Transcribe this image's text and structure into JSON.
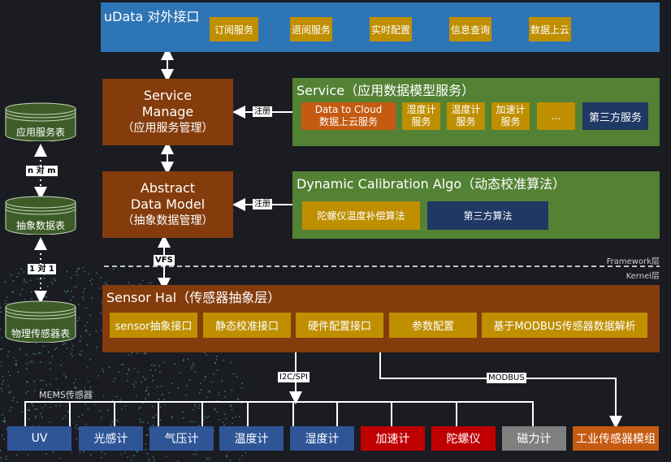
{
  "udata": {
    "title": "uData 对外接口",
    "buttons": [
      "订阅服务",
      "退阅服务",
      "实时配置",
      "信息查询",
      "数据上云"
    ]
  },
  "service_manage": {
    "line1": "Service",
    "line2": "Manage",
    "line3": "（应用服务管理）"
  },
  "abstract_data_model": {
    "line1": "Abstract",
    "line2": "Data Model",
    "line3": "（抽象数据管理）"
  },
  "service_panel": {
    "title": "Service（应用数据模型服务）",
    "cloud": {
      "line1": "Data to Cloud",
      "line2": "数据上云服务"
    },
    "items": [
      {
        "line1": "湿度计",
        "line2": "服务"
      },
      {
        "line1": "温度计",
        "line2": "服务"
      },
      {
        "line1": "加速计",
        "line2": "服务"
      }
    ],
    "ellipsis": "...",
    "third_party": "第三方服务"
  },
  "algo_panel": {
    "title": "Dynamic Calibration Algo（动态校准算法）",
    "gyro_algo": "陀螺仪温度补偿算法",
    "third_party": "第三方算法"
  },
  "register_label": "注册",
  "vfs_label": "VFS",
  "layers": {
    "framework": "Framework层",
    "kernel": "Kernel层"
  },
  "sensor_hal": {
    "title": "Sensor Hal（传感器抽象层）",
    "items": [
      "sensor抽象接口",
      "静态校准接口",
      "硬件配置接口",
      "参数配置",
      "基于MODBUS传感器数据解析"
    ]
  },
  "databases": {
    "app_service_table": "应用服务表",
    "abstract_data_table": "抽象数据表",
    "physical_sensor_table": "物理传感器表",
    "rel_n_m": "n 对 m",
    "rel_1_1": "1 对 1"
  },
  "bus": {
    "i2c_spi": "I2C/SPI",
    "modbus": "MODBUS",
    "mems_label": "MEMS传感器"
  },
  "sensors": [
    {
      "label": "UV",
      "color": "#2f5597"
    },
    {
      "label": "光感计",
      "color": "#2f5597"
    },
    {
      "label": "气压计",
      "color": "#2f5597"
    },
    {
      "label": "温度计",
      "color": "#2f5597"
    },
    {
      "label": "湿度计",
      "color": "#2f5597"
    },
    {
      "label": "加速计",
      "color": "#c00000"
    },
    {
      "label": "陀螺仪",
      "color": "#c00000"
    },
    {
      "label": "磁力计",
      "color": "#7f7f7f"
    }
  ],
  "industrial_module": {
    "label": "工业传感器模组",
    "color": "#c55a11"
  },
  "colors": {
    "udata_blue": "#2e75b6",
    "brown": "#843c0c",
    "green": "#548235",
    "gold": "#bf8f00",
    "navy": "#1f3864",
    "orange": "#c55a11"
  }
}
